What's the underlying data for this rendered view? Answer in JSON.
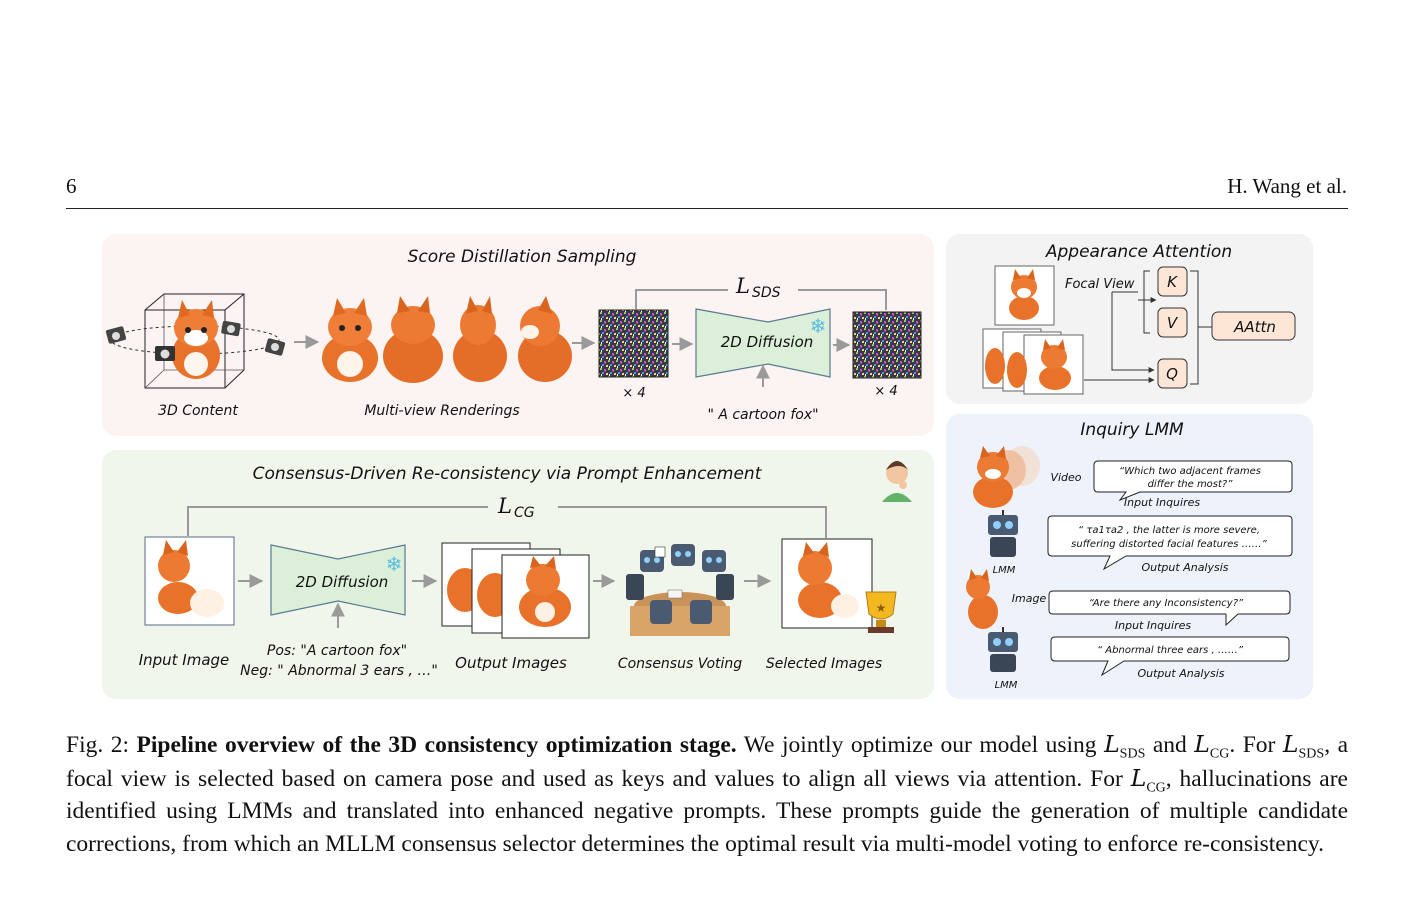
{
  "header": {
    "page_number": "6",
    "authors": "H. Wang et al."
  },
  "sds_panel": {
    "title": "Score Distillation Sampling",
    "loss_symbol": "L",
    "loss_subscript": "SDS",
    "label_3d": "3D Content",
    "label_multiview": "Multi-view Renderings",
    "times_left": "× 4",
    "diffusion": "2D Diffusion",
    "times_right": "× 4",
    "prompt": "\" A cartoon fox\""
  },
  "cg_panel": {
    "title": "Consensus-Driven Re-consistency via Prompt Enhancement",
    "loss_symbol": "L",
    "loss_subscript": "CG",
    "label_input": "Input Image",
    "diffusion": "2D Diffusion",
    "pos_prompt": "Pos: \"A cartoon fox\"",
    "neg_prompt": "Neg: \" Abnormal 3 ears , …\"",
    "label_output": "Output Images",
    "label_voting": "Consensus Voting",
    "label_selected": "Selected Images"
  },
  "appearance_panel": {
    "title": "Appearance Attention",
    "focal_view": "Focal View",
    "k": "K",
    "v": "V",
    "q": "Q",
    "aattn": "AAttn"
  },
  "lmm_panel": {
    "title": "Inquiry LMM",
    "video": "Video",
    "q1": "“Which two adjacent frames differ the most?”",
    "q1_label": "Input Inquires",
    "a1_part1": "“ τa1τa2 , the latter is more severe,",
    "a1_part2": "suffering distorted facial features ……”",
    "a1_label": "Output Analysis",
    "lmm_label_1": "LMM",
    "image": "Image",
    "q2": "“Are there any Inconsistency?”",
    "q2_label": "Input Inquires",
    "a2": "“ Abnormal three ears ,  ……”",
    "a2_label": "Output Analysis",
    "lmm_label_2": "LMM"
  },
  "caption": {
    "prefix": "Fig. 2: ",
    "bold": "Pipeline overview of the 3D consistency optimization stage.",
    "s1": " We jointly optimize our model using ",
    "and": " and ",
    "s2": ". For ",
    "s3": ", a focal view is selected based on camera pose and used as keys and values to align all views via attention. For ",
    "s4": ", hallucinations are identified using LMMs and translated into enhanced negative prompts. These prompts guide the generation of multiple candidate corrections, from which an MLLM consensus selector determines the optimal result via multi-model voting to enforce re-consistency.",
    "L": "L",
    "sds": "SDS",
    "cg": "CG"
  },
  "colors": {
    "sds_bg": "#fcf4f2",
    "cg_bg": "#f1f6ec",
    "aa_bg": "#f3f3f3",
    "lmm_bg": "#eef3fb",
    "diffusion_fill": "#dcefd8",
    "qkv_fill": "#fde6d6",
    "fox_orange": "#e8722a"
  }
}
